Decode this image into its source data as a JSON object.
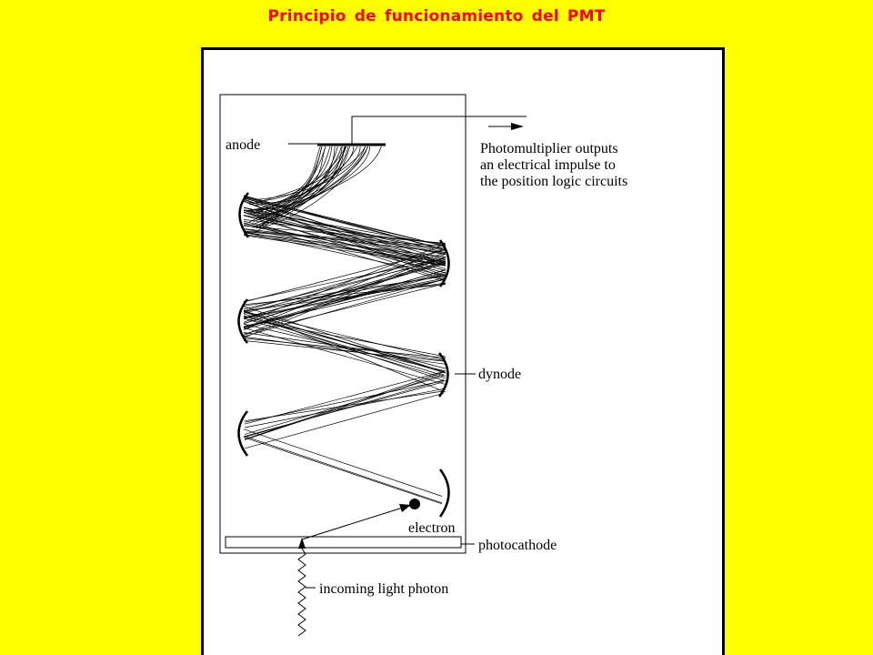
{
  "slide": {
    "title": "Principio de funcionamiento del PMT"
  },
  "diagram": {
    "labels": {
      "anode": "anode",
      "output_line1": "Photomultiplier outputs",
      "output_line2": "an electrical impulse to",
      "output_line3": "the position logic circuits",
      "dynode": "dynode",
      "electron": "electron",
      "photocathode": "photocathode",
      "incoming_photon": "incoming light photon"
    },
    "colors": {
      "background": "#FFFF00",
      "title": "#FF0000",
      "panel": "#FFFFFF",
      "ink": "#000000"
    }
  }
}
